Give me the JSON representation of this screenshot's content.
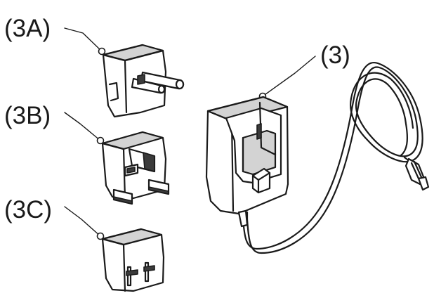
{
  "labels": {
    "adapter_eu": "(3A)",
    "adapter_uk": "(3B)",
    "adapter_us": "(3C)",
    "charger": "(3)"
  },
  "colors": {
    "line": "#1a1a1a",
    "body_fill": "#d3d3d3",
    "shadow_fill": "#3b3b3b",
    "background": "#ffffff"
  }
}
